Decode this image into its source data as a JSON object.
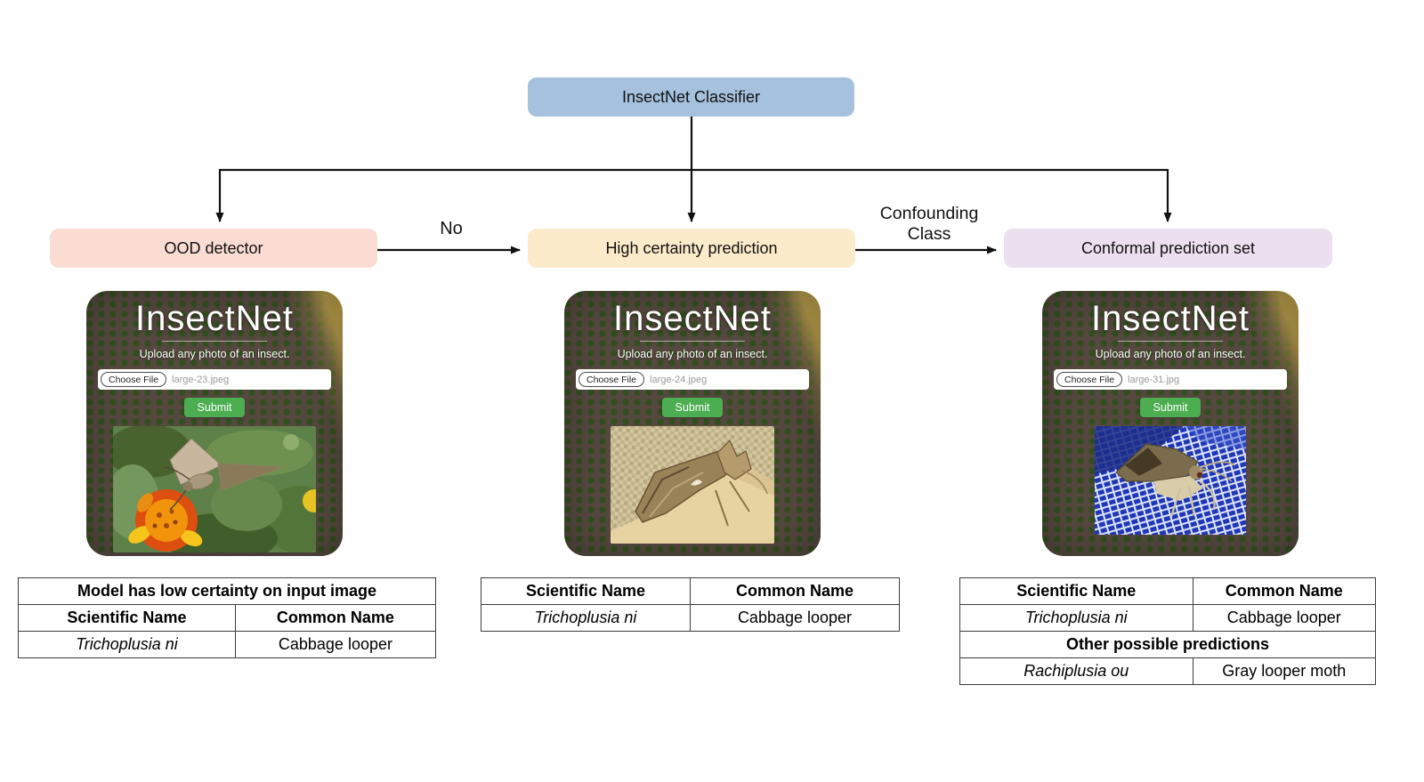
{
  "flowchart": {
    "root": {
      "label": "InsectNet Classifier"
    },
    "nodes": [
      {
        "label": "OOD detector"
      },
      {
        "label": "High certainty prediction"
      },
      {
        "label": "Conformal prediction set"
      }
    ],
    "edge_labels": [
      {
        "label": "No"
      },
      {
        "label": "Confounding Class"
      }
    ],
    "colors": {
      "root_bg": "#a5c1dd",
      "ood_bg": "#fadcd2",
      "high_bg": "#fcebcb",
      "conformal_bg": "#ecdff0",
      "arrow": "#111111"
    }
  },
  "cards": [
    {
      "title": "InsectNet",
      "subtitle": "Upload any photo of an insect.",
      "choose_file": "Choose File",
      "filename": "large-23.jpeg",
      "submit": "Submit",
      "photo": "moth-on-marigold-flower",
      "submit_color": "#4cae51"
    },
    {
      "title": "InsectNet",
      "subtitle": "Upload any photo of an insect.",
      "choose_file": "Choose File",
      "filename": "large-24.jpeg",
      "submit": "Submit",
      "photo": "moth-on-sandstone-with-mesh",
      "submit_color": "#4cae51"
    },
    {
      "title": "InsectNet",
      "subtitle": "Upload any photo of an insect.",
      "choose_file": "Choose File",
      "filename": "large-31.jpg",
      "submit": "Submit",
      "photo": "moth-on-blue-mesh",
      "submit_color": "#4cae51"
    }
  ],
  "tables": [
    {
      "banner": "Model has low certainty on input image",
      "headers": [
        "Scientific Name",
        "Common Name"
      ],
      "rows": [
        [
          "Trichoplusia ni",
          "Cabbage looper"
        ]
      ]
    },
    {
      "headers": [
        "Scientific Name",
        "Common Name"
      ],
      "rows": [
        [
          "Trichoplusia ni",
          "Cabbage looper"
        ]
      ]
    },
    {
      "headers": [
        "Scientific Name",
        "Common Name"
      ],
      "rows": [
        [
          "Trichoplusia ni",
          "Cabbage looper"
        ]
      ],
      "other_banner": "Other possible predictions",
      "other_rows": [
        [
          "Rachiplusia ou",
          "Gray looper moth"
        ]
      ]
    }
  ]
}
